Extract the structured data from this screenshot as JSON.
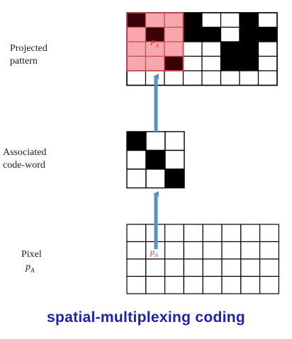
{
  "labels": {
    "projected": [
      "Projected",
      "pattern"
    ],
    "associated": [
      "Associated",
      "code-word"
    ],
    "pixel_line1": "Pixel",
    "pixel_line2": "p",
    "pixel_sub": "A"
  },
  "cell_labels": {
    "projected_center": "P",
    "projected_center_sub": "A",
    "pixel_cell": "p",
    "pixel_cell_sub": "A"
  },
  "caption": "spatial-multiplexing coding",
  "colors": {
    "black": "#000000",
    "highlight_pink": "#f6a8ae",
    "highlight_dark": "#3a0008",
    "highlight_border": "#c84a52",
    "arrow": "#5b8fc5",
    "caption": "#1f1fb4",
    "cell_label": "#d23030"
  },
  "projected_grid": {
    "rows": 5,
    "cols": 8,
    "cells": [
      [
        1,
        0,
        0,
        1,
        0,
        0,
        1,
        0
      ],
      [
        0,
        1,
        0,
        1,
        1,
        0,
        1,
        1
      ],
      [
        0,
        0,
        0,
        0,
        0,
        1,
        1,
        0
      ],
      [
        0,
        0,
        1,
        0,
        0,
        1,
        1,
        0
      ],
      [
        0,
        0,
        0,
        0,
        0,
        0,
        0,
        0
      ]
    ],
    "highlight": {
      "row_start": 0,
      "row_end": 3,
      "col_start": 0,
      "col_end": 2
    }
  },
  "codeword_grid": {
    "rows": 3,
    "cols": 3,
    "cells": [
      [
        1,
        0,
        0
      ],
      [
        0,
        1,
        0
      ],
      [
        0,
        0,
        1
      ]
    ]
  },
  "pixel_grid": {
    "rows": 4,
    "cols": 8
  }
}
